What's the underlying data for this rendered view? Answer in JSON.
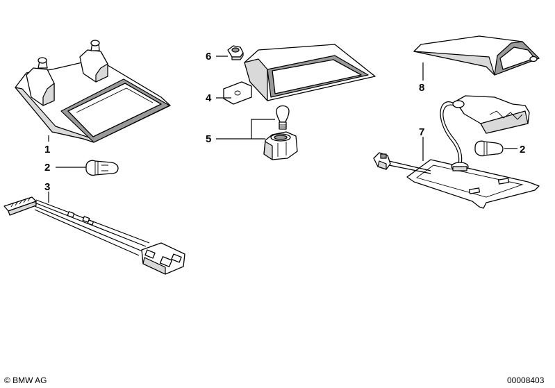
{
  "callouts": [
    {
      "id": "1",
      "label": "1"
    },
    {
      "id": "2a",
      "label": "2"
    },
    {
      "id": "3",
      "label": "3"
    },
    {
      "id": "6",
      "label": "6"
    },
    {
      "id": "4",
      "label": "4"
    },
    {
      "id": "5",
      "label": "5"
    },
    {
      "id": "8",
      "label": "8"
    },
    {
      "id": "7",
      "label": "7"
    },
    {
      "id": "2b",
      "label": "2"
    }
  ],
  "footer": {
    "copyright": "© BMW AG",
    "diagram_number": "00008403"
  }
}
